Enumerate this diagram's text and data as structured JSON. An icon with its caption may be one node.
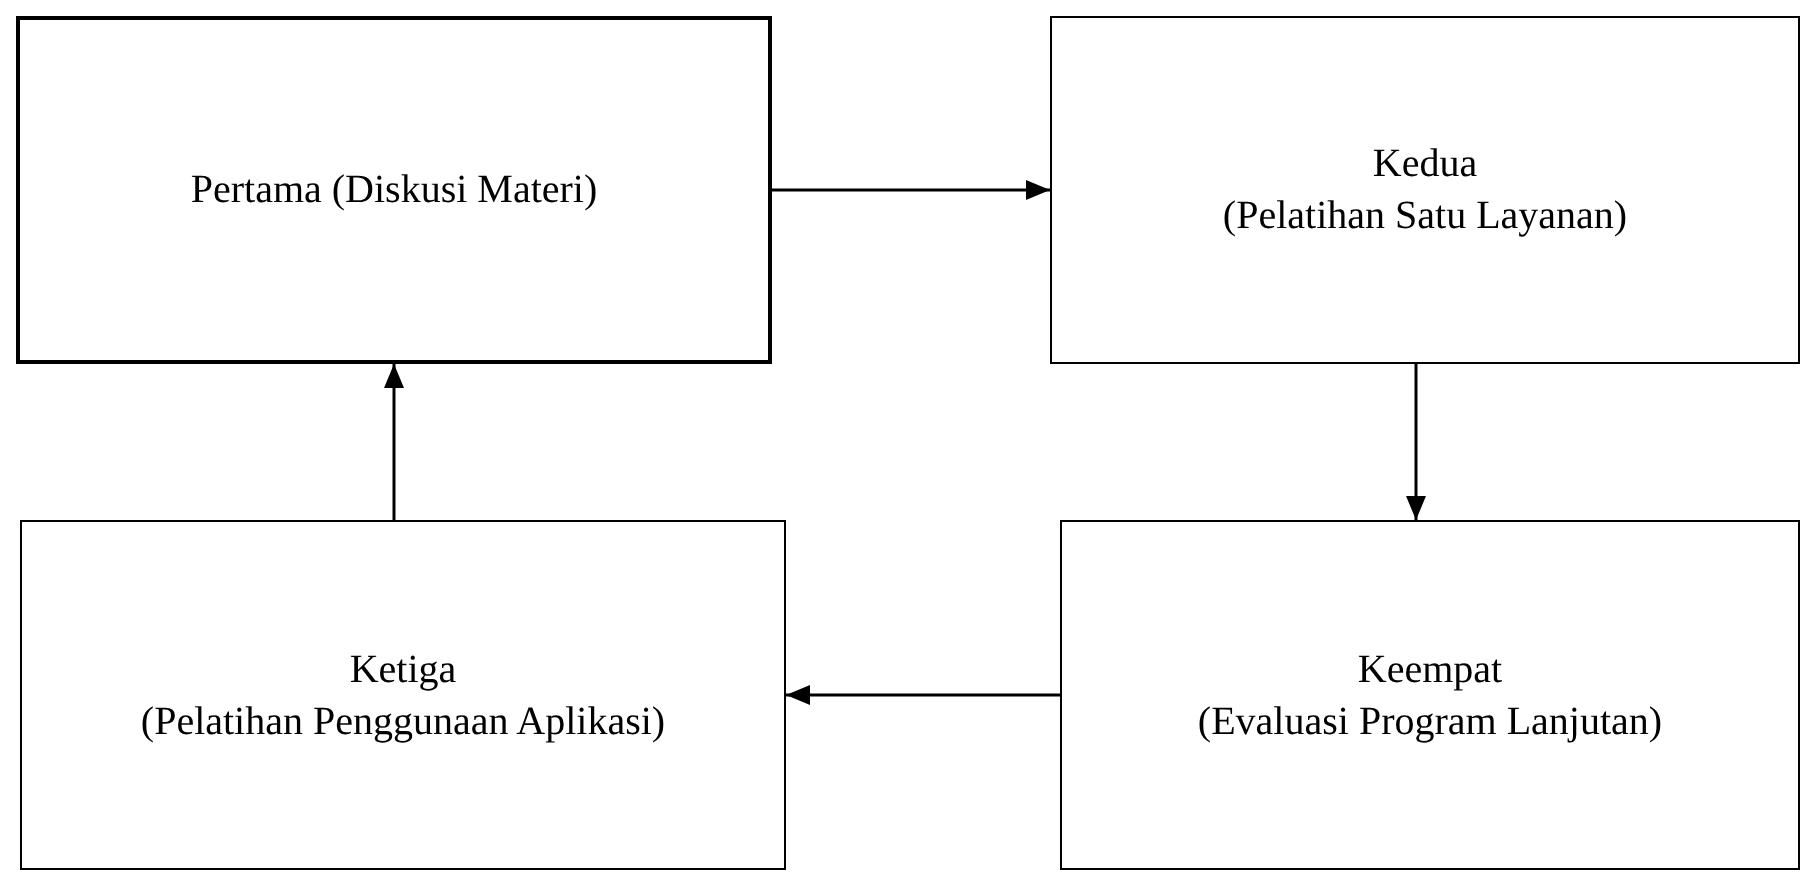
{
  "diagram": {
    "nodes": [
      {
        "text": [
          "Pertama (Diskusi Materi)"
        ]
      },
      {
        "text": [
          "Kedua",
          "(Pelatihan Satu Layanan)"
        ]
      },
      {
        "text": [
          "Ketiga",
          "(Pelatihan Penggunaan Aplikasi)"
        ]
      },
      {
        "text": [
          "Keempat",
          "(Evaluasi Program Lanjutan)"
        ]
      }
    ],
    "edges": [
      {
        "from": 0,
        "to": 1,
        "arrow": "to"
      },
      {
        "from": 1,
        "to": 3,
        "arrow": "to"
      },
      {
        "from": 3,
        "to": 2,
        "arrow": "to"
      },
      {
        "from": 2,
        "to": 0,
        "arrow": "to"
      }
    ]
  }
}
